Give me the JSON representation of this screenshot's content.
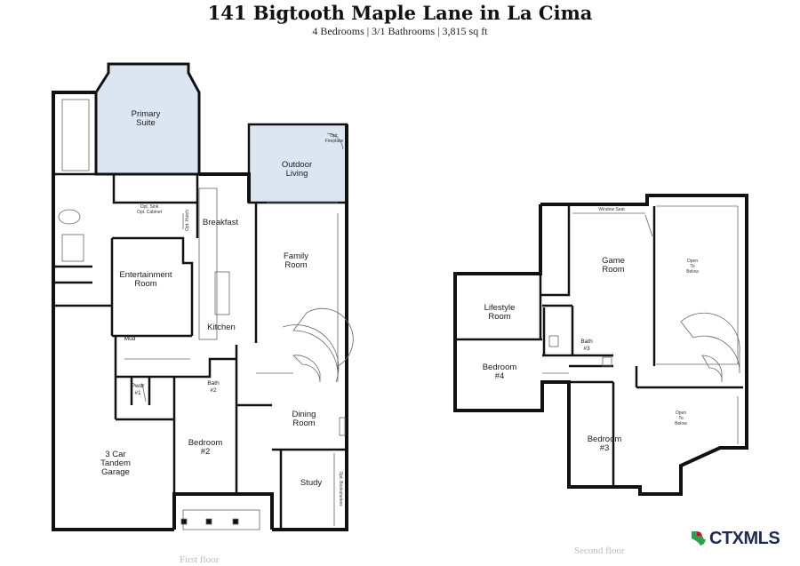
{
  "header": {
    "title": "141 Bigtooth Maple Lane in La Cima",
    "subtitle": "4 Bedrooms | 3/1 Bathrooms | 3,815 sq ft"
  },
  "first_floor": {
    "caption": "First floor",
    "rooms": {
      "primary_suite": [
        "Primary",
        "Suite"
      ],
      "outdoor_living": [
        "Outdoor",
        "Living"
      ],
      "opt_fireplace": [
        "Opt.",
        "Fireplace"
      ],
      "breakfast": "Breakfast",
      "opt_hutch": "Opt. Hutch",
      "opt_sink": [
        "Opt. Sink",
        "Opt. Cabinet"
      ],
      "entertainment_room": [
        "Entertainment",
        "Room"
      ],
      "family_room": [
        "Family",
        "Room"
      ],
      "kitchen": "Kitchen",
      "mud": "Mud",
      "pwdr": [
        "Pwdr",
        "#1"
      ],
      "bath2": [
        "Bath",
        "#2"
      ],
      "dining_room": [
        "Dining",
        "Room"
      ],
      "garage": [
        "3 Car",
        "Tandem",
        "Garage"
      ],
      "bedroom2": [
        "Bedroom",
        "#2"
      ],
      "study": "Study",
      "opt_bookshelves": "Opt. Bookshelves"
    }
  },
  "second_floor": {
    "caption": "Second floor",
    "rooms": {
      "window_seat": "Window Seat",
      "game_room": [
        "Game",
        "Room"
      ],
      "open_to_below_1": [
        "Open",
        "To",
        "Below"
      ],
      "lifestyle_room": [
        "Lifestyle",
        "Room"
      ],
      "bath3": [
        "Bath",
        "#3"
      ],
      "bedroom4": [
        "Bedroom",
        "#4"
      ],
      "bedroom3": [
        "Bedroom",
        "#3"
      ],
      "open_to_below_2": [
        "Open",
        "To",
        "Below"
      ]
    }
  },
  "logo": {
    "text": "CTXMLS",
    "colors": {
      "primary": "#1e2a52",
      "accent": "#2e9e4f",
      "flag_red": "#c8102e"
    }
  },
  "colors": {
    "highlight": "#dce6f2",
    "wall": "#111111",
    "thin": "#666666"
  }
}
